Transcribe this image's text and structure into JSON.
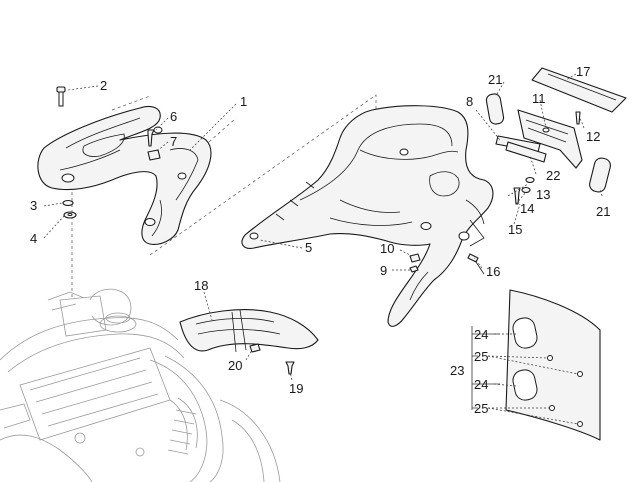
{
  "diagram": {
    "callouts": {
      "c1": "1",
      "c2": "2",
      "c3": "3",
      "c4": "4",
      "c5": "5",
      "c6": "6",
      "c7": "7",
      "c8": "8",
      "c9": "9",
      "c10": "10",
      "c11": "11",
      "c12": "12",
      "c13": "13",
      "c14": "14",
      "c15": "15",
      "c16": "16",
      "c17": "17",
      "c18": "18",
      "c19": "19",
      "c20": "20",
      "c21a": "21",
      "c21b": "21",
      "c22": "22",
      "c23": "23",
      "c24a": "24",
      "c24b": "24",
      "c25a": "25",
      "c25b": "25"
    }
  }
}
